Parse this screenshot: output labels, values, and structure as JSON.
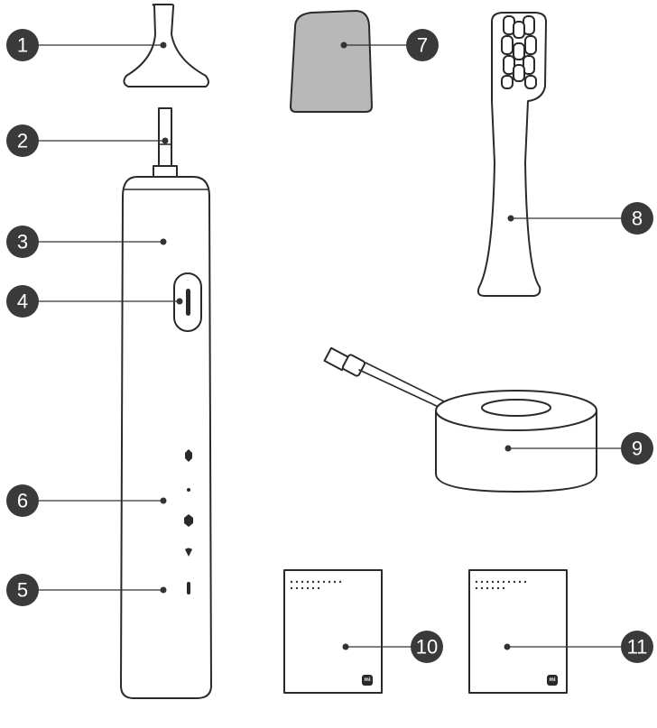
{
  "callouts": [
    {
      "id": "1",
      "label": "1"
    },
    {
      "id": "2",
      "label": "2"
    },
    {
      "id": "3",
      "label": "3"
    },
    {
      "id": "4",
      "label": "4"
    },
    {
      "id": "5",
      "label": "5"
    },
    {
      "id": "6",
      "label": "6"
    },
    {
      "id": "7",
      "label": "7"
    },
    {
      "id": "8",
      "label": "8"
    },
    {
      "id": "9",
      "label": "9"
    },
    {
      "id": "10",
      "label": "10"
    },
    {
      "id": "11",
      "label": "11"
    }
  ],
  "manual_brand": "mi",
  "colors": {
    "outline": "#2a2a2a",
    "badge": "#3a3a3a",
    "cover_fill": "#b8b8b8"
  }
}
